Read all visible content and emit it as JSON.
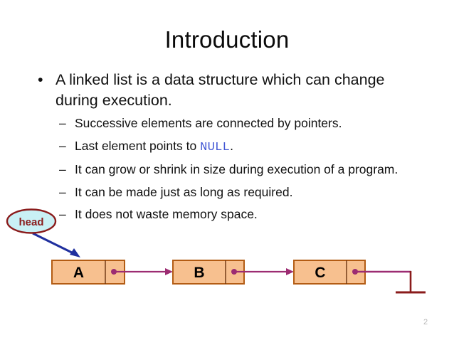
{
  "slide": {
    "title": "Introduction",
    "page_number": "2",
    "background_color": "#ffffff"
  },
  "body": {
    "bullets": [
      {
        "level": 1,
        "marker": "•",
        "text": "A linked list is a data structure which can change during execution."
      },
      {
        "level": 2,
        "marker": "–",
        "text": "Successive elements are connected by pointers."
      },
      {
        "level": 2,
        "marker": "–",
        "text_before": "Last element points to ",
        "keyword": "NULL",
        "text_after": ".",
        "keyword_color": "#4257d4"
      },
      {
        "level": 2,
        "marker": "–",
        "text": "It can grow or shrink in size during execution of a program."
      },
      {
        "level": 2,
        "marker": "–",
        "text": "It can be made just as long as required."
      },
      {
        "level": 2,
        "marker": "–",
        "text": "It does not waste memory space."
      }
    ]
  },
  "diagram": {
    "head": {
      "label": "head",
      "fill_color": "#c9f0f5",
      "border_color": "#8a1b1b",
      "text_color": "#8a1b1b"
    },
    "head_arrow_color": "#1f2f9e",
    "pointer_color": "#9c2c72",
    "null_terminator_color": "#8a1b1b",
    "node_fill_color": "#f7c08f",
    "node_border_color": "#b35c14",
    "nodes": [
      {
        "label": "A"
      },
      {
        "label": "B"
      },
      {
        "label": "C"
      }
    ]
  }
}
